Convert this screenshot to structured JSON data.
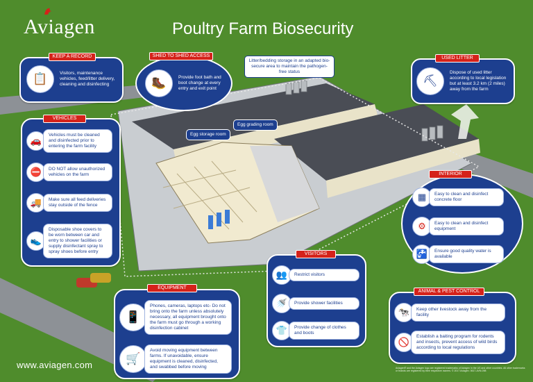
{
  "header": {
    "brand": "Aviagen",
    "title": "Poultry Farm Biosecurity",
    "url": "www.aviagen.com",
    "fine_print": "Aviagen® and the Aviagen logo are registered trademarks of Aviagen in the US and other countries. All other trademarks or brands are registered by their respective owners. © 2017 Aviagen. 0617-AVN-098"
  },
  "colors": {
    "panel": "#1d3f8f",
    "tag": "#d5221a",
    "grass": "#4d8a2a"
  },
  "keep_record": {
    "title": "KEEP A RECORD",
    "items": [
      {
        "icon": "clipboard-icon",
        "text": "Visitors, maintenance vehicles, feed/litter delivery, cleaning and disinfecting"
      }
    ]
  },
  "shed_access": {
    "title": "SHED TO SHED ACCESS",
    "items": [
      {
        "icon": "foot-bath-icon",
        "text": "Provide foot bath and boot change at every entry and exit point"
      }
    ]
  },
  "litter_storage": {
    "text": "Litter/bedding storage in an adapted bio-secure area to maintain the pathogen-free status"
  },
  "used_litter": {
    "title": "USED LITTER",
    "items": [
      {
        "icon": "shovel-icon",
        "text": "Dispose of used litter according to local legislation but at least 3.2 km (2 miles) away from the farm"
      }
    ]
  },
  "vehicles": {
    "title": "VEHICLES",
    "items": [
      {
        "icon": "car-wash-icon",
        "text": "Vehicles must be cleaned and disinfected prior to entering the farm facility"
      },
      {
        "icon": "no-car-icon",
        "text": "DO NOT allow unauthorized vehicles on the farm"
      },
      {
        "icon": "feed-truck-icon",
        "text": "Make sure all feed deliveries stay outside of the fence"
      },
      {
        "icon": "shoe-cover-icon",
        "text": "Disposable shoe covers to be worn between car and entry to shower facilities or supply disinfectant spray to spray shoes before entry"
      }
    ]
  },
  "rooms": {
    "egg_storage": "Egg storage room",
    "egg_grading": "Egg grading room"
  },
  "interior": {
    "title": "INTERIOR",
    "items": [
      {
        "icon": "floor-icon",
        "text": "Easy to clean and disinfect concrete floor"
      },
      {
        "icon": "equipment-icon",
        "text": "Easy to clean and disinfect equipment"
      },
      {
        "icon": "water-tap-icon",
        "text": "Ensure good quality water is available"
      }
    ]
  },
  "visitors": {
    "title": "VISITORS",
    "items": [
      {
        "icon": "people-icon",
        "text": "Restrict visitors"
      },
      {
        "icon": "shower-icon",
        "text": "Provide shower facilities"
      },
      {
        "icon": "clothes-icon",
        "text": "Provide change of clothes and boots"
      }
    ]
  },
  "equipment": {
    "title": "EQUIPMENT",
    "items": [
      {
        "icon": "phone-icon",
        "text": "Phones, cameras, laptops etc- Do not bring onto the farm unless absolutely necessary, all equipment brought onto the farm must go through a working disinfection cabinet"
      },
      {
        "icon": "cart-icon",
        "text": "Avoid moving equipment between farms. If unavoidable, ensure equipment is cleaned, disinfected, and swabbed before moving"
      }
    ]
  },
  "animal_pest": {
    "title": "ANIMAL & PEST CONTROL",
    "items": [
      {
        "icon": "livestock-icon",
        "text": "Keep other livestock away from the facility"
      },
      {
        "icon": "no-rodent-icon",
        "text": "Establish a baiting program for rodents and insects, prevent access of wild birds according to local regulations"
      }
    ]
  }
}
